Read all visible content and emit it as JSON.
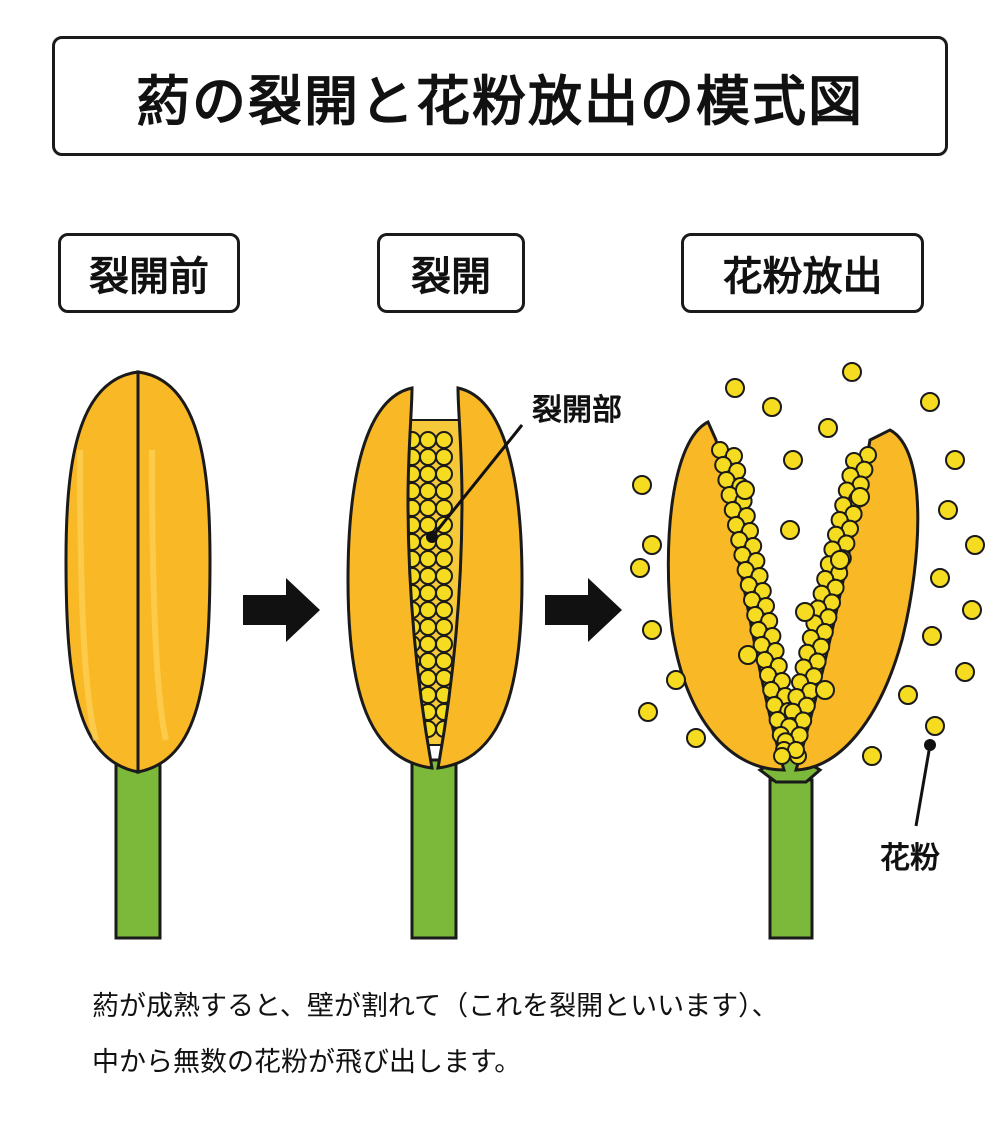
{
  "title": "葯の裂開と花粉放出の模式図",
  "stages": [
    "裂開前",
    "裂開",
    "花粉放出"
  ],
  "labels": {
    "dehiscence_site": "裂開部",
    "pollen": "花粉"
  },
  "caption": {
    "line1": "葯が成熟すると、壁が割れて（これを裂開といいます）、",
    "line2": "中から無数の花粉が飛び出します。"
  },
  "colors": {
    "anther_fill": "#F9B825",
    "anther_outline": "#1a1a1a",
    "filament": "#7CB83A",
    "pollen": "#F5DC20",
    "arrow": "#111111"
  }
}
